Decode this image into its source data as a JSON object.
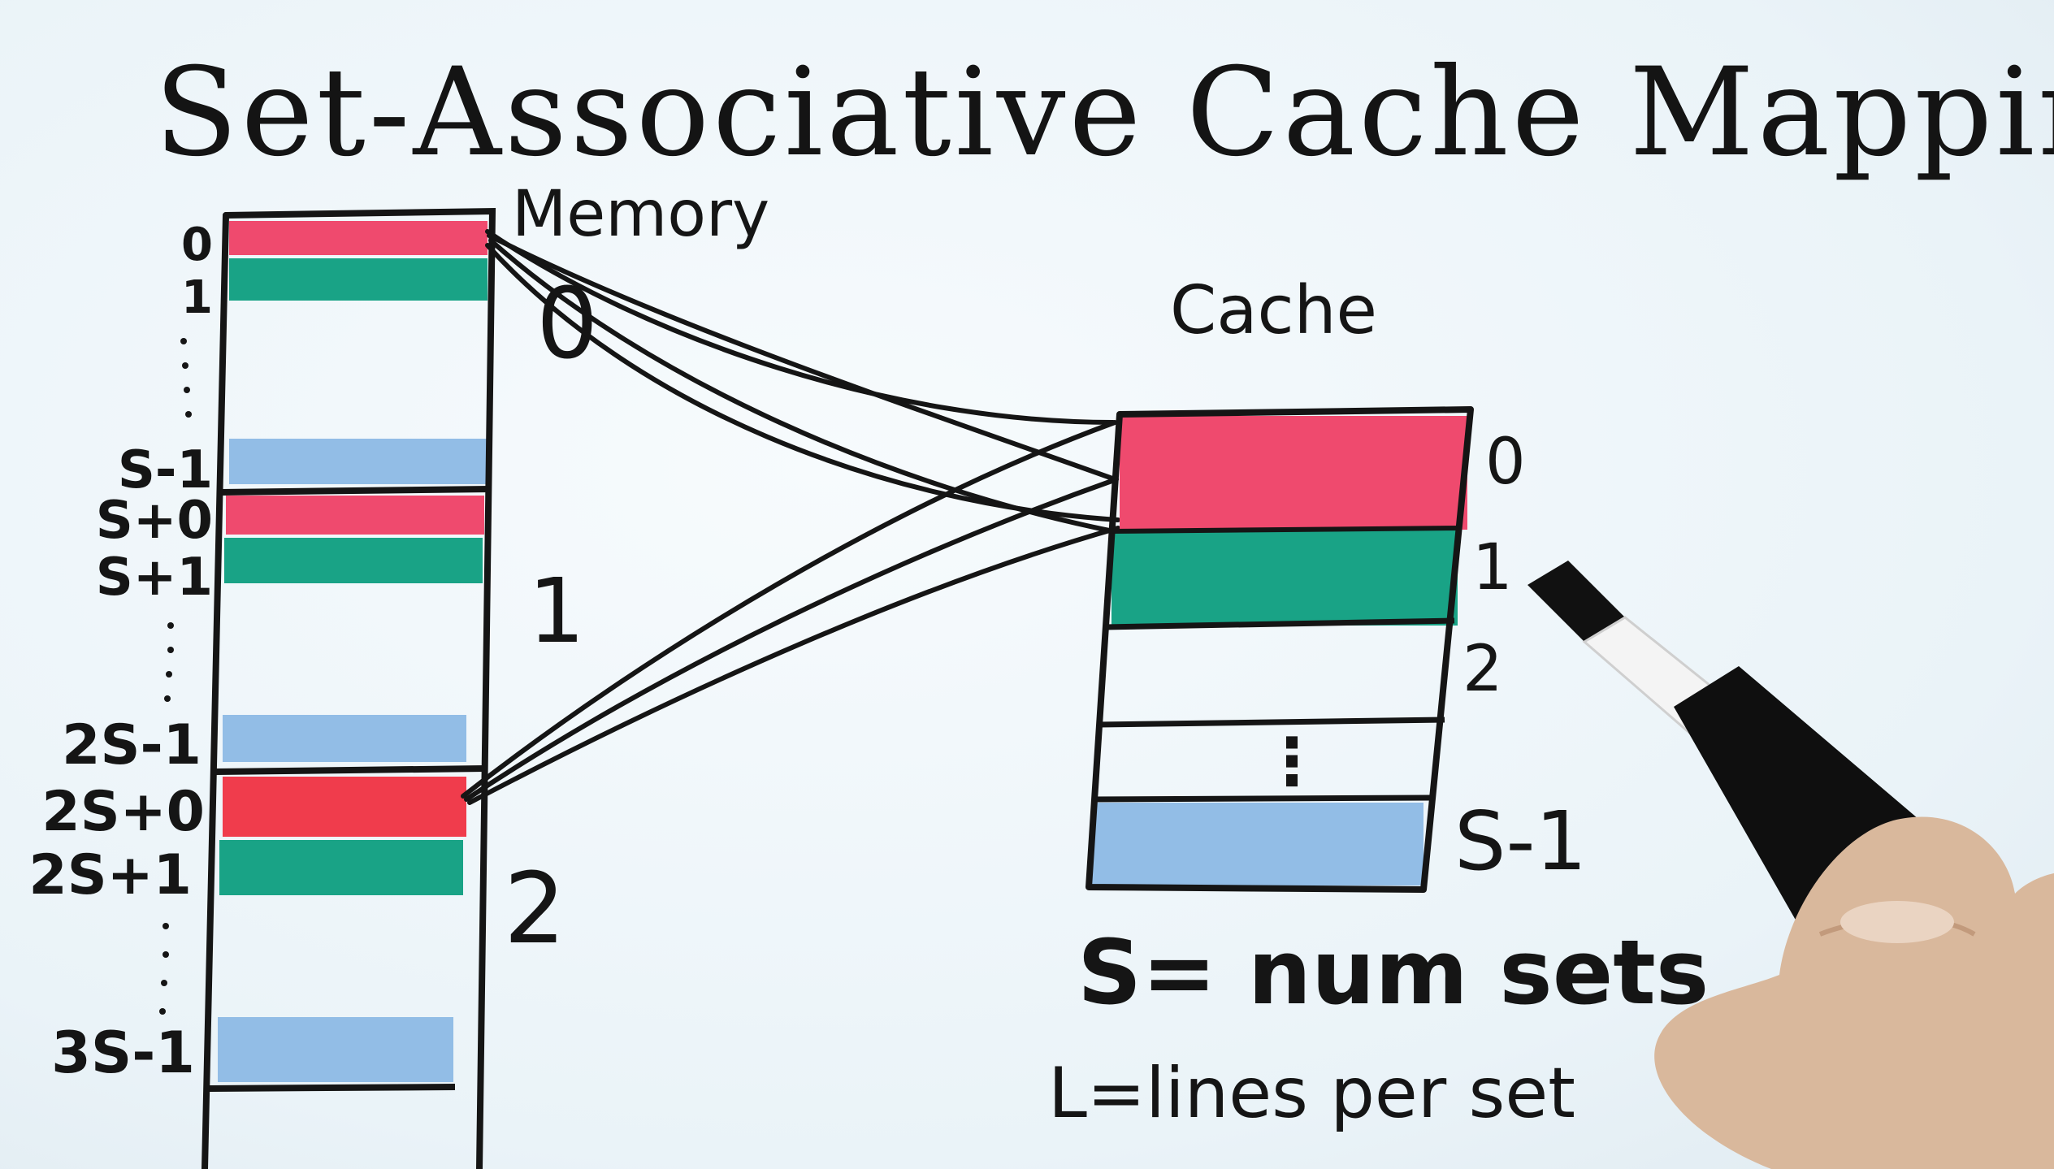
{
  "title": "Set-Associative Cache Mapping",
  "memory": {
    "label": "Memory",
    "set_numbers": [
      "0",
      "1",
      "2"
    ],
    "row_labels": [
      {
        "text": "0",
        "fill": "pink"
      },
      {
        "text": "1",
        "fill": "green"
      },
      {
        "text": "S-1",
        "fill": "blue"
      },
      {
        "text": "S+0",
        "fill": "pink"
      },
      {
        "text": "S+1",
        "fill": "green"
      },
      {
        "text": "2S-1",
        "fill": "blue"
      },
      {
        "text": "2S+0",
        "fill": "red"
      },
      {
        "text": "2S+1",
        "fill": "green"
      },
      {
        "text": "3S-1",
        "fill": "blue"
      }
    ]
  },
  "cache": {
    "label": "Cache",
    "row_labels": [
      "0",
      "1",
      "2",
      "S-1"
    ],
    "ellipsis": "⋮"
  },
  "legend": {
    "s_definition": "S= num sets",
    "l_definition": "L=lines per set"
  },
  "colors": {
    "pink": "#ef4a6e",
    "red": "#f03c4c",
    "green": "#19a386",
    "blue": "#92bde6",
    "ink": "#151515",
    "board": "#eef5f9"
  }
}
